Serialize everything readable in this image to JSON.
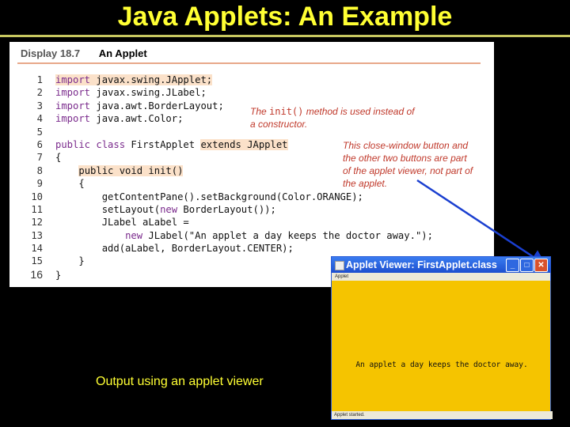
{
  "slide": {
    "title": "Java Applets: An Example",
    "caption": "Output using an applet viewer"
  },
  "display": {
    "number": "Display 18.7",
    "name": "An Applet"
  },
  "code_lines": [
    {
      "n": "1",
      "parts": [
        {
          "t": "import javax.swing.JApplet;",
          "c": "kw-first hl"
        }
      ]
    },
    {
      "n": "2",
      "parts": [
        {
          "t": "import",
          "c": "kw"
        },
        {
          "t": " javax.swing.JLabel;"
        }
      ]
    },
    {
      "n": "3",
      "parts": [
        {
          "t": "import",
          "c": "kw"
        },
        {
          "t": " java.awt.BorderLayout;"
        }
      ]
    },
    {
      "n": "4",
      "parts": [
        {
          "t": "import",
          "c": "kw"
        },
        {
          "t": " java.awt.Color;"
        }
      ]
    },
    {
      "n": "5",
      "parts": []
    },
    {
      "n": "6",
      "parts": [
        {
          "t": "public class",
          "c": "kw"
        },
        {
          "t": " FirstApplet "
        },
        {
          "t": "extends JApplet",
          "c": "hl"
        }
      ]
    },
    {
      "n": "7",
      "parts": [
        {
          "t": "{"
        }
      ]
    },
    {
      "n": "8",
      "parts": [
        {
          "t": "    "
        },
        {
          "t": "public void init()",
          "c": "hl"
        }
      ]
    },
    {
      "n": "9",
      "parts": [
        {
          "t": "    {"
        }
      ]
    },
    {
      "n": "10",
      "parts": [
        {
          "t": "        getContentPane().setBackground(Color.ORANGE);"
        }
      ]
    },
    {
      "n": "11",
      "parts": [
        {
          "t": "        setLayout("
        },
        {
          "t": "new",
          "c": "kw"
        },
        {
          "t": " BorderLayout());"
        }
      ]
    },
    {
      "n": "12",
      "parts": [
        {
          "t": "        JLabel aLabel ="
        }
      ]
    },
    {
      "n": "13",
      "parts": [
        {
          "t": "            "
        },
        {
          "t": "new",
          "c": "kw"
        },
        {
          "t": " JLabel(\"An applet a day keeps the doctor away.\");"
        }
      ]
    },
    {
      "n": "14",
      "parts": [
        {
          "t": "        add(aLabel, BorderLayout.CENTER);"
        }
      ]
    },
    {
      "n": "15",
      "parts": [
        {
          "t": "    }"
        }
      ]
    },
    {
      "n": "16",
      "parts": [
        {
          "t": "}"
        }
      ],
      "big": true
    }
  ],
  "notes": {
    "init_pre": "The ",
    "init_code": "init()",
    "init_post1": " method is used instead of",
    "init_post2": "a constructor.",
    "close_l1": "This close-window button and",
    "close_l2": "the other two buttons are part",
    "close_l3": "of the applet viewer, not part of",
    "close_l4": "the applet."
  },
  "viewer": {
    "title": "Applet Viewer: FirstApplet.class",
    "menu": "Applet",
    "message": "An applet a day keeps the doctor away.",
    "status": "Applet started.",
    "background_color": "#f5c400",
    "title_color": "#2c63dd"
  },
  "colors": {
    "title": "#ffff33",
    "highlight": "#fbe1c9",
    "keyword": "#7a2a8c",
    "note": "#c0392b"
  }
}
